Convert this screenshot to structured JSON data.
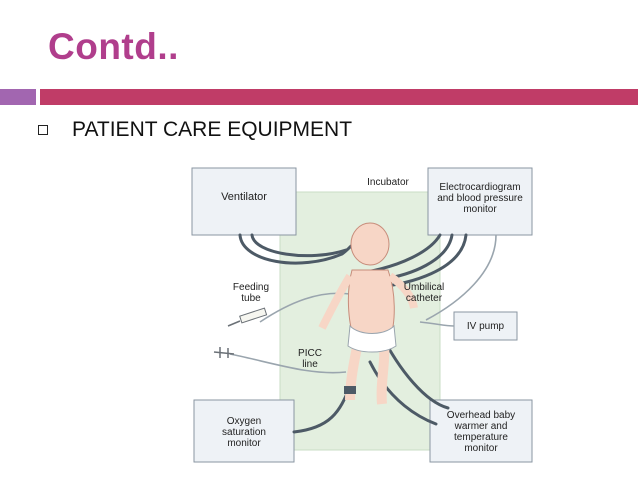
{
  "slide": {
    "title": "Contd..",
    "bullet": "PATIENT CARE EQUIPMENT"
  },
  "diagram": {
    "labels": {
      "ventilator": "Ventilator",
      "incubator": "Incubator",
      "ecg_1": "Electrocardiogram",
      "ecg_2": "and blood pressure",
      "ecg_3": "monitor",
      "feeding_1": "Feeding",
      "feeding_2": "tube",
      "umbilical_1": "Umbilical",
      "umbilical_2": "catheter",
      "iv_pump": "IV pump",
      "picc_1": "PICC",
      "picc_2": "line",
      "oxygen_1": "Oxygen",
      "oxygen_2": "saturation",
      "oxygen_3": "monitor",
      "warmer_1": "Overhead baby",
      "warmer_2": "warmer and",
      "warmer_3": "temperature",
      "warmer_4": "monitor"
    }
  },
  "colors": {
    "title": "#b03e8c",
    "accent_purple": "#a266b0",
    "accent_red": "#c03c67",
    "incubator_fill": "#e3efdf",
    "monitor_fill": "#eef2f6",
    "tube": "#4d5a66",
    "skin": "#f7d6c6"
  }
}
